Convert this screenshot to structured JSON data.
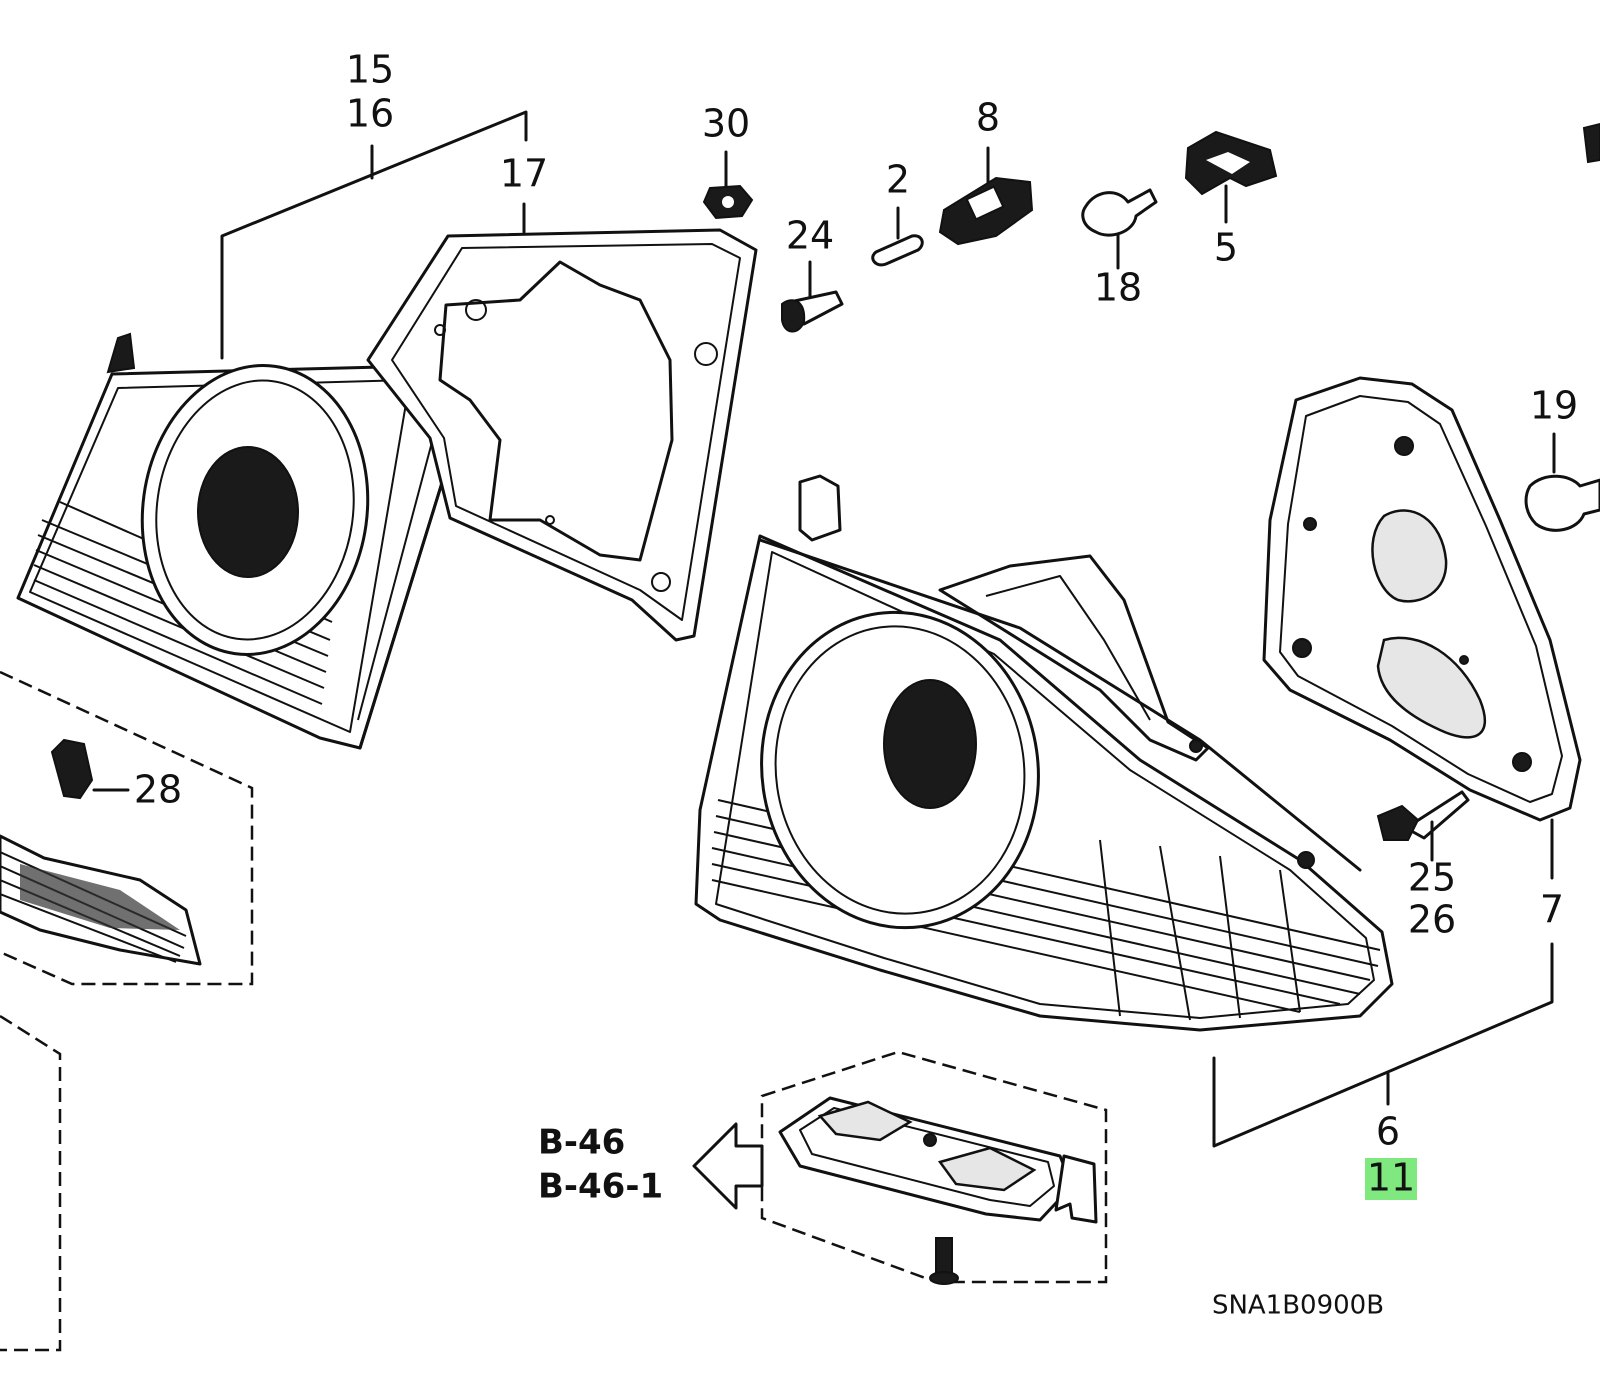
{
  "labels": {
    "l15": "15",
    "l16": "16",
    "l17": "17",
    "l30": "30",
    "l8": "8",
    "l2": "2",
    "l24": "24",
    "l18": "18",
    "l5": "5",
    "l19": "19",
    "l28": "28",
    "l25": "25",
    "l26": "26",
    "l7": "7",
    "l6": "6",
    "l11": "11"
  },
  "refs": {
    "b46": "B-46",
    "b461": "B-46-1"
  },
  "diagram_code": "SNA1B0900B",
  "highlight_color": "#7fe87f"
}
